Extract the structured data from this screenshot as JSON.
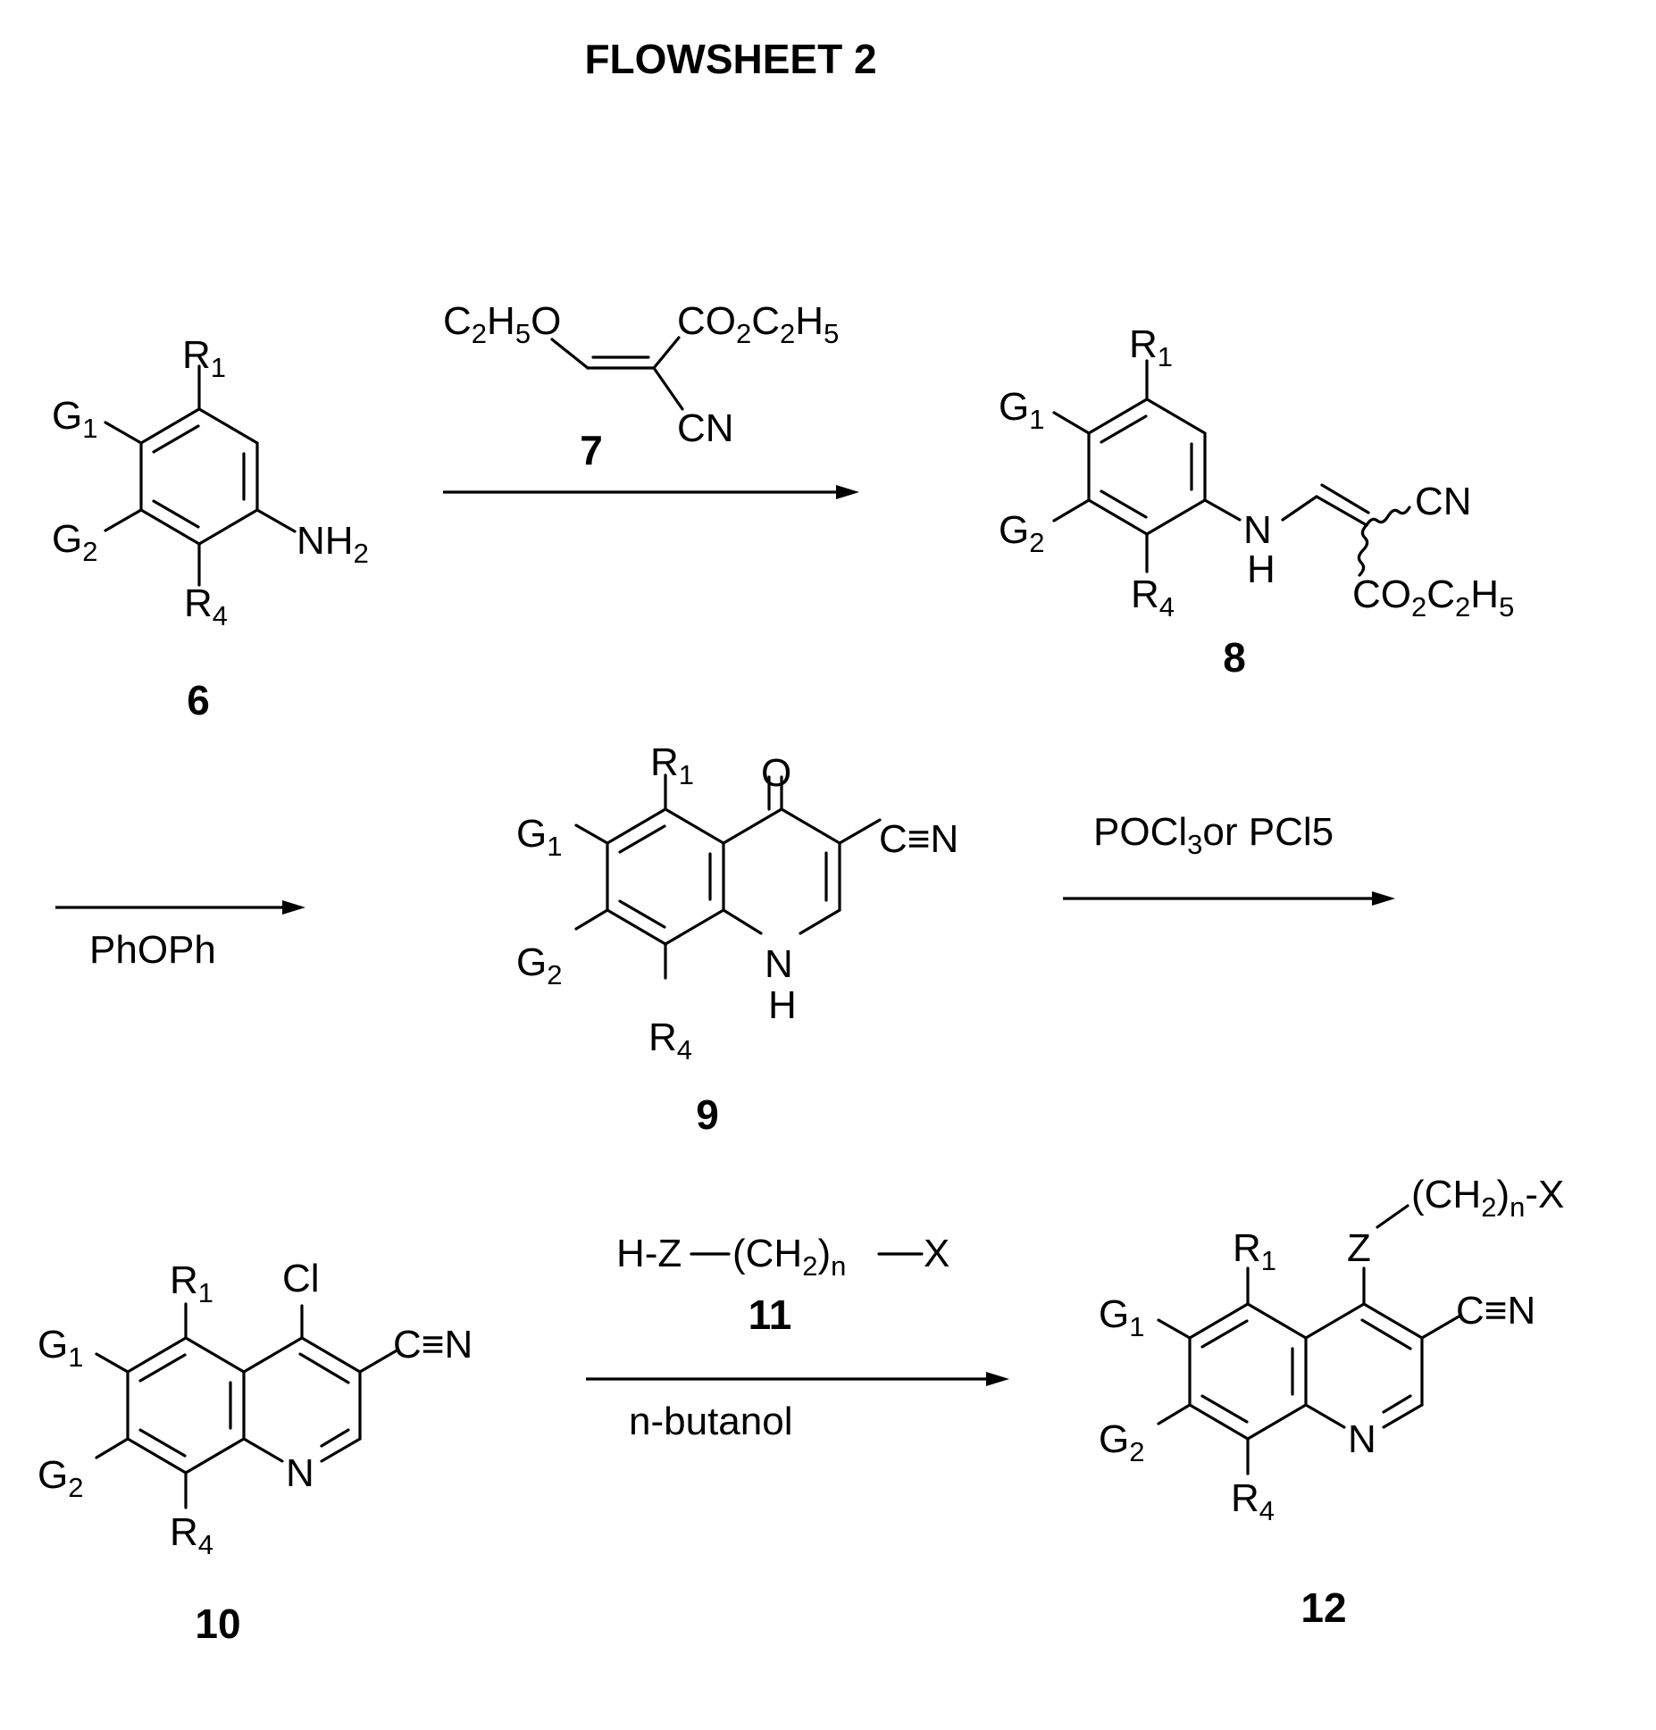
{
  "title": "FLOWSHEET 2",
  "compounds": {
    "c6": "6",
    "c7": "7",
    "c8": "8",
    "c9": "9",
    "c10": "10",
    "c11": "11",
    "c12": "12"
  },
  "labels": {
    "R": "R",
    "G": "G",
    "s1": "1",
    "s2": "2",
    "s4": "4",
    "s5": "5",
    "sn": "n",
    "s3": "3",
    "NH": "NH",
    "N": "N",
    "H": "H",
    "C": "C",
    "O": "O",
    "CN": "CN",
    "CO": "CO",
    "CN_triple": "C≡N",
    "Cl": "Cl",
    "Z": "Z",
    "CH2open": "(CH",
    "close_paren": ")",
    "dash_X": "-X",
    "X": "X",
    "HZ": "H-Z"
  },
  "conditions": {
    "step2": "PhOPh",
    "step3_a": "POCl",
    "step3_b": "or PCl5",
    "step4": "n-butanol"
  },
  "colors": {
    "ink": "#000000",
    "background": "#ffffff"
  }
}
